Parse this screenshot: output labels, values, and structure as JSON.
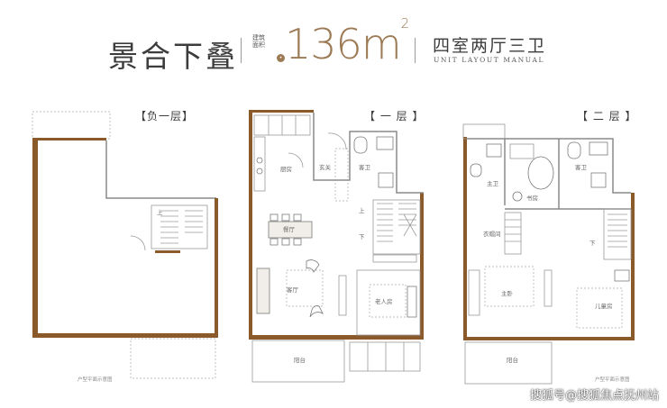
{
  "header": {
    "title": "景合下叠",
    "area_label": "建筑面积",
    "area_value": "136",
    "area_unit": "m",
    "area_sup": "2",
    "layout": "四室两厅三卫",
    "subtitle": "UNIT LAYOUT MANUAL"
  },
  "floors": [
    {
      "label": "【负一层】",
      "note": "户型平面示意图"
    },
    {
      "label": "【 一 层 】"
    },
    {
      "label": "【 二 层 】",
      "note": "户型平面示意图"
    }
  ],
  "rooms": {
    "kitchen": "厨房",
    "entrance": "玄关",
    "guest_bath_1": "客卫",
    "dining": "餐厅",
    "living": "客厅",
    "elder_room": "老人房",
    "balcony_1": "阳台",
    "up_b1": "上",
    "up_1": "上",
    "down_1": "下",
    "master_bath": "主卫",
    "study": "书房",
    "guest_bath_2": "客卫",
    "walkin": "衣帽间",
    "down_2": "下",
    "master_bed": "主卧",
    "kids_room": "儿童房",
    "balcony_2": "阳台"
  },
  "watermark": "搜狐号@搜狐焦点抚州站",
  "colors": {
    "wall": "#8b5a2b",
    "accent": "#9c7a54"
  }
}
